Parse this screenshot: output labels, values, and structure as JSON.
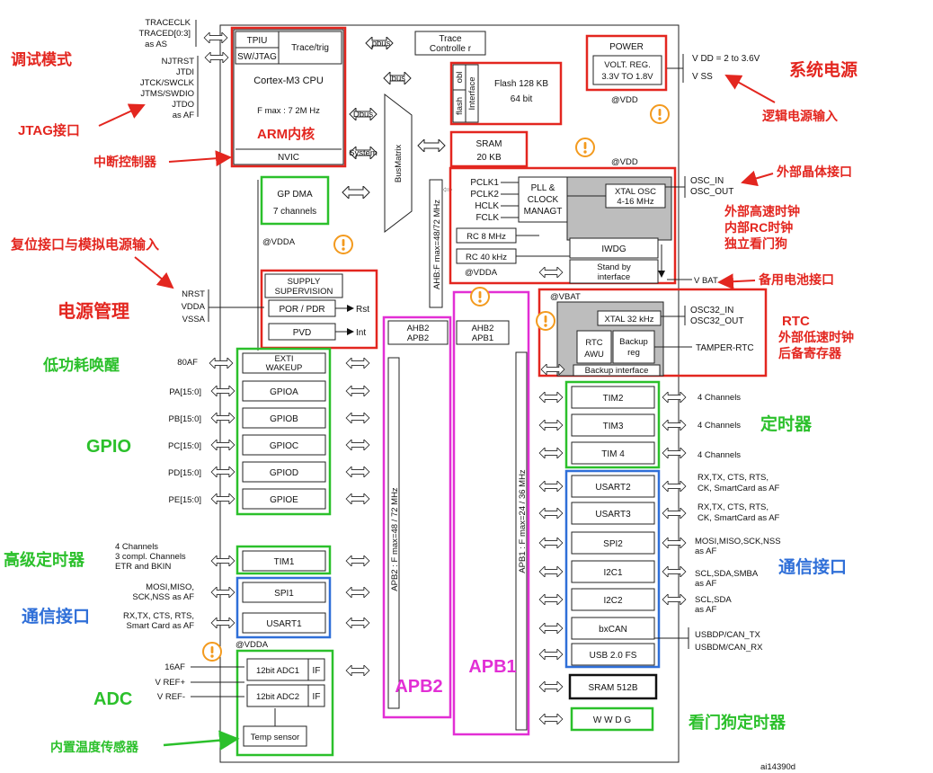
{
  "core": {
    "tpiu": "TPIU",
    "sw_jtag": "SW/JTAG",
    "trace_trig": "Trace/trig",
    "pbus": "pbus",
    "trace_controller": [
      "Trace",
      "Controlle r"
    ],
    "cpu": "Cortex-M3 CPU",
    "fmax": "F max : 7 2M Hz",
    "nvic": "NVIC",
    "ibus": "Ibus",
    "dbus": "Dbus",
    "system": "System",
    "busmatrix": "BusMatrix",
    "obl": "obl",
    "flash_if": "flash",
    "interface": "Interface",
    "flash": [
      "Flash 128 KB",
      "64 bit"
    ],
    "sram": [
      "SRAM",
      "20 KB"
    ],
    "gp_dma": [
      "GP DMA",
      "7 channels"
    ],
    "ahb_bus": "AHB:F max=48/72 MHz",
    "ahb2_apb2": [
      "AHB2",
      "APB2"
    ],
    "ahb2_apb1": [
      "AHB2",
      "APB1"
    ],
    "apb2_bus": "APB2 : F max=48 / 72 MHz",
    "apb1_bus": "APB1 : F max=24 / 36 MHz",
    "apb1_big": "APB1",
    "apb2_big": "APB2"
  },
  "left_signals": {
    "trace": [
      "TRACECLK",
      "TRACED[0:3]",
      "as AS"
    ],
    "jtag": [
      "NJTRST",
      "JTDI",
      "JTCK/SWCLK",
      "JTMS/SWDIO",
      "JTDO",
      "as AF"
    ],
    "reset": [
      "NRST",
      "VDDA",
      "VSSA"
    ],
    "exti": "80AF",
    "ports": [
      "PA[15:0]",
      "PB[15:0]",
      "PC[15:0]",
      "PD[15:0]",
      "PE[15:0]"
    ],
    "tim1": [
      "4 Channels",
      "3 compl. Channels",
      "ETR and BKIN"
    ],
    "spi1": [
      "MOSI,MISO,",
      "SCK,NSS as AF"
    ],
    "usart1": [
      "RX,TX, CTS, RTS,",
      "Smart Card as AF"
    ],
    "adc": [
      "16AF",
      "V REF+",
      "V REF-"
    ]
  },
  "left_blocks": {
    "vdda1": "@VDDA",
    "supply": [
      "SUPPLY",
      "SUPERVISION"
    ],
    "por_pdr": "POR / PDR",
    "rst": "Rst",
    "pvd": "PVD",
    "int": "Int",
    "exti": [
      "EXTI",
      "WAKEUP"
    ],
    "gpio": [
      "GPIOA",
      "GPIOB",
      "GPIOC",
      "GPIOD",
      "GPIOE"
    ],
    "tim1": "TIM1",
    "spi1": "SPI1",
    "usart1": "USART1",
    "vdda2": "@VDDA",
    "adc1": "12bit ADC1",
    "adc2": "12bit ADC2",
    "if": "IF",
    "temp": "Temp sensor"
  },
  "right_blocks": {
    "power": "POWER",
    "volt_reg": [
      "VOLT. REG.",
      "3.3V TO 1.8V"
    ],
    "vdd1": "@VDD",
    "vdd2": "@VDD",
    "pclk": [
      "PCLK1",
      "PCLK2",
      "HCLK",
      "FCLK"
    ],
    "pll": [
      "PLL &",
      "CLOCK",
      "MANAGT"
    ],
    "xtal_osc": [
      "XTAL OSC",
      "4-16 MHz"
    ],
    "rc8": "RC 8 MHz",
    "rc40": "RC 40 kHz",
    "iwdg": "IWDG",
    "standby": [
      "Stand by",
      "interface"
    ],
    "vdda3": "@VDDA",
    "vbat_at": "@VBAT",
    "xtal32": "XTAL 32 kHz",
    "rtc_awu": [
      "RTC",
      "AWU"
    ],
    "backup_reg": [
      "Backup",
      "reg"
    ],
    "backup_if": "Backup interface",
    "tims": [
      "TIM2",
      "TIM3",
      "TIM 4"
    ],
    "usart": [
      "USART2",
      "USART3"
    ],
    "spi2": "SPI2",
    "i2c": [
      "I2C1",
      "I2C2"
    ],
    "bxcan": "bxCAN",
    "usb": "USB 2.0 FS",
    "sram512": "SRAM 512B",
    "wwdg": "W W D G"
  },
  "right_signals": {
    "vdd": "V DD = 2 to 3.6V",
    "vss": "V SS",
    "osc": [
      "OSC_IN",
      "OSC_OUT"
    ],
    "vbat": "V BAT",
    "osc32": [
      "OSC32_IN",
      "OSC32_OUT"
    ],
    "tamper": "TAMPER-RTC",
    "tim_ch": [
      "4 Channels",
      "4 Channels",
      "4 Channels"
    ],
    "usart2": [
      "RX,TX, CTS, RTS,",
      "CK, SmartCard as AF"
    ],
    "usart3": [
      "RX,TX, CTS, RTS,",
      "CK, SmartCard as AF"
    ],
    "spi2": [
      "MOSI,MISO,SCK,NSS",
      "as AF"
    ],
    "i2c1": [
      "SCL,SDA,SMBA",
      "as AF"
    ],
    "i2c2": [
      "SCL,SDA",
      "as AF"
    ],
    "usb": [
      "USBDP/CAN_TX",
      "USBDM/CAN_RX"
    ],
    "figure_id": "ai14390d"
  },
  "annotations": {
    "debug_mode": "调试模式",
    "jtag_port": "JTAG接口",
    "arm_core": "ARM内核",
    "irq_ctrl": "中断控制器",
    "reset_port": "复位接口与模拟电源输入",
    "power_mgmt": "电源管理",
    "low_power": "低功耗唤醒",
    "gpio": "GPIO",
    "adv_timer": "高级定时器",
    "comm_left": "通信接口",
    "adc": "ADC",
    "temp_sensor": "内置温度传感器",
    "sys_power": "系统电源",
    "logic_power": "逻辑电源输入",
    "ext_crystal": "外部晶体接口",
    "clocks": [
      "外部高速时钟",
      "内部RC时钟",
      "独立看门狗"
    ],
    "backup_battery": "备用电池接口",
    "rtc": [
      "RTC",
      "外部低速时钟",
      "后备寄存器"
    ],
    "timers": "定时器",
    "comm_right": "通信接口",
    "watchdog_timer": "看门狗定时器"
  },
  "colors": {
    "red": "#e3261f",
    "green": "#2bc02b",
    "blue": "#2f6fd8",
    "magenta": "#e22fd5",
    "warning": "#f39a1e"
  }
}
